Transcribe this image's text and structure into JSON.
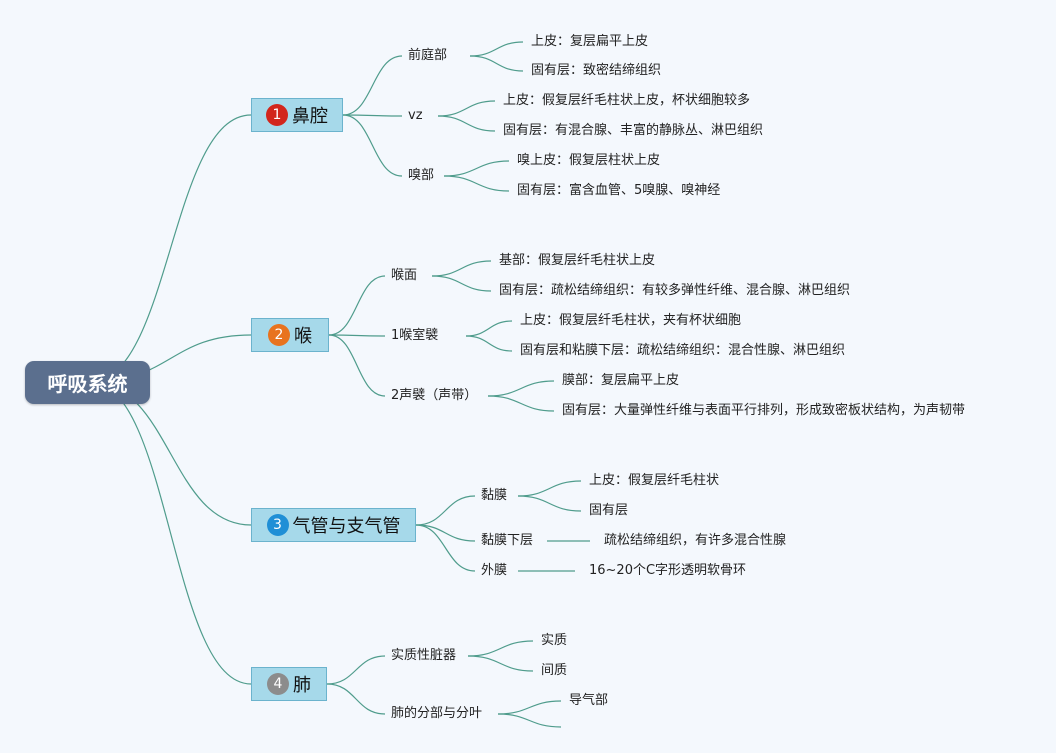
{
  "root": "呼吸系统",
  "topics": [
    {
      "num": "1",
      "label": "鼻腔",
      "badge_color": "#d2261c",
      "children": [
        {
          "label": "前庭部",
          "children": [
            "上皮：复层扁平上皮",
            "固有层：致密结缔组织"
          ]
        },
        {
          "label": "vz",
          "children": [
            "上皮：假复层纤毛柱状上皮，杯状细胞较多",
            "固有层：有混合腺、丰富的静脉丛、淋巴组织"
          ]
        },
        {
          "label": "嗅部",
          "children": [
            "嗅上皮：假复层柱状上皮",
            "固有层：富含血管、5嗅腺、嗅神经"
          ]
        }
      ]
    },
    {
      "num": "2",
      "label": "喉",
      "badge_color": "#e8731e",
      "children": [
        {
          "label": "喉面",
          "children": [
            "基部：假复层纤毛柱状上皮",
            "固有层：疏松结缔组织：有较多弹性纤维、混合腺、淋巴组织"
          ]
        },
        {
          "label": "1喉室襞",
          "children": [
            "上皮：假复层纤毛柱状，夹有杯状细胞",
            "固有层和粘膜下层：疏松结缔组织：混合性腺、淋巴组织"
          ]
        },
        {
          "label": "2声襞（声带）",
          "children": [
            "膜部：复层扁平上皮",
            "固有层：大量弹性纤维与表面平行排列，形成致密板状结构，为声韧带"
          ]
        }
      ]
    },
    {
      "num": "3",
      "label": "气管与支气管",
      "badge_color": "#1f8fd6",
      "children": [
        {
          "label": "黏膜",
          "children": [
            "上皮：假复层纤毛柱状",
            "固有层"
          ]
        },
        {
          "label": "黏膜下层",
          "children": [
            "疏松结缔组织，有许多混合性腺"
          ]
        },
        {
          "label": "外膜",
          "children": [
            "16~20个C字形透明软骨环"
          ]
        }
      ]
    },
    {
      "num": "4",
      "label": "肺",
      "badge_color": "#8c8c8c",
      "children": [
        {
          "label": "实质性脏器",
          "children": [
            "实质",
            "间质"
          ]
        },
        {
          "label": "肺的分部与分叶",
          "children": [
            "导气部",
            ""
          ]
        }
      ]
    }
  ],
  "colors": {
    "line": "#4f9c8c",
    "root_bg": "#5b6f8e",
    "topic_bg": "#a6d9ea"
  }
}
